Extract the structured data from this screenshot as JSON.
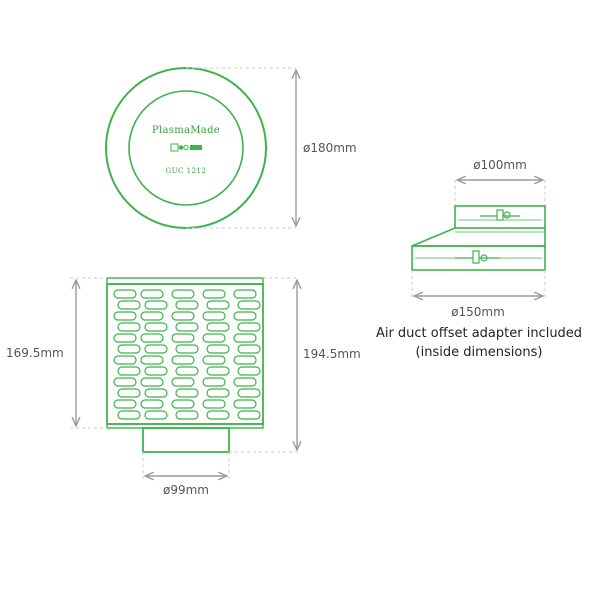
{
  "colors": {
    "outline": "#3cb44a",
    "dimension": "#9a9a9a",
    "text": "#555555",
    "note": "#222222",
    "background": "#ffffff"
  },
  "top_view": {
    "brand": "PlasmaMade",
    "model": "GUC 1212",
    "diameter_label": "ø180mm"
  },
  "side_view": {
    "body_height_label": "169.5mm",
    "total_height_label": "194.5mm",
    "outlet_diameter_label": "ø99mm"
  },
  "adapter": {
    "top_diameter_label": "ø100mm",
    "bottom_diameter_label": "ø150mm",
    "note_line1": "Air duct offset adapter included",
    "note_line2": "(inside dimensions)"
  }
}
